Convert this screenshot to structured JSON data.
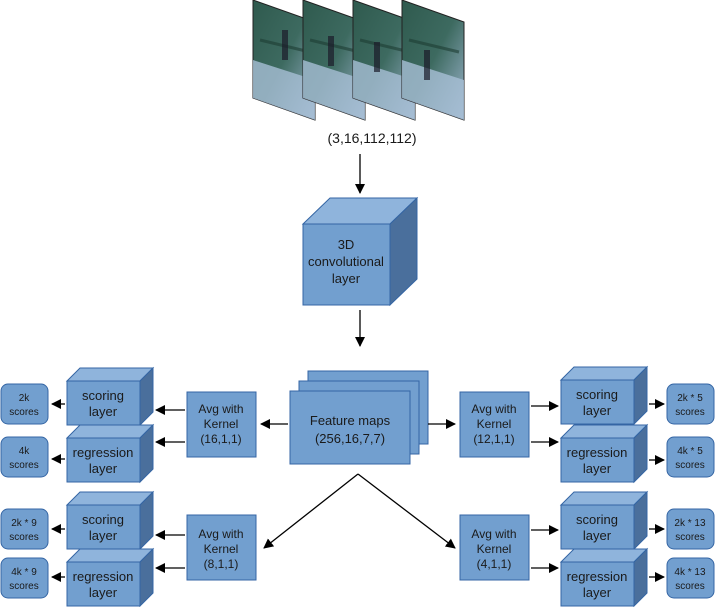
{
  "input": {
    "shape_label": "(3,16,112,112)",
    "frame_count": 4
  },
  "conv": {
    "line1": "3D",
    "line2": "convolutional",
    "line3": "layer"
  },
  "feature_maps": {
    "line1": "Feature maps",
    "line2": "(256,16,7,7)"
  },
  "branches": {
    "top_left": {
      "avg": [
        "Avg with",
        "Kernel",
        "(16,1,1)"
      ],
      "scoring": [
        "scoring",
        "layer"
      ],
      "regression": [
        "regression",
        "layer"
      ],
      "score_out": [
        "2k",
        "scores"
      ],
      "reg_out": [
        "4k",
        "scores"
      ]
    },
    "top_right": {
      "avg": [
        "Avg with",
        "Kernel",
        "(12,1,1)"
      ],
      "scoring": [
        "scoring",
        "layer"
      ],
      "regression": [
        "regression",
        "layer"
      ],
      "score_out": [
        "2k * 5",
        "scores"
      ],
      "reg_out": [
        "4k * 5",
        "scores"
      ]
    },
    "bottom_left": {
      "avg": [
        "Avg with",
        "Kernel",
        "(8,1,1)"
      ],
      "scoring": [
        "scoring",
        "layer"
      ],
      "regression": [
        "regression",
        "layer"
      ],
      "score_out": [
        "2k * 9",
        "scores"
      ],
      "reg_out": [
        "4k * 9",
        "scores"
      ]
    },
    "bottom_right": {
      "avg": [
        "Avg with",
        "Kernel",
        "(4,1,1)"
      ],
      "scoring": [
        "scoring",
        "layer"
      ],
      "regression": [
        "regression",
        "layer"
      ],
      "score_out": [
        "2k * 13",
        "scores"
      ],
      "reg_out": [
        "4k * 13",
        "scores"
      ]
    }
  },
  "colors": {
    "box_fill": "#729fcf",
    "box_top": "#8fb4dc",
    "box_side": "#4a6f9c",
    "box_stroke": "#3465a4",
    "arrow": "#000000"
  }
}
